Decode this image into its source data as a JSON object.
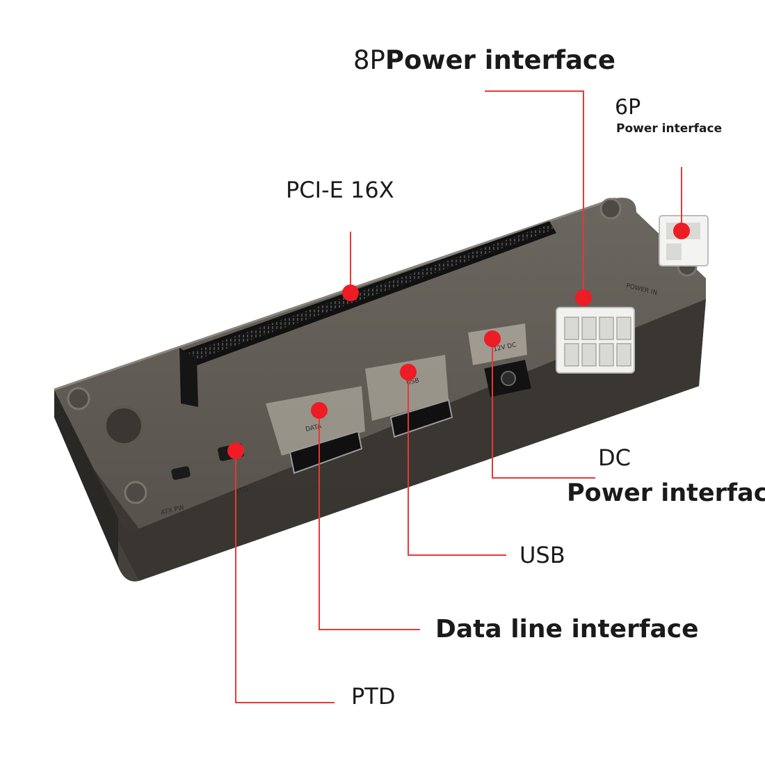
{
  "labels": {
    "eight_pin_prefix": "8P",
    "eight_pin_text": "Power interface",
    "six_pin_title": "6P",
    "six_pin_text": "Power interface",
    "pcie": "PCI-E 16X",
    "dc_title": "DC",
    "dc_text": "Power interface",
    "usb": "USB",
    "data_line": "Data line interface",
    "ptd": "PTD"
  },
  "device_print": {
    "data_port": "DATA",
    "usb_port": "USB",
    "dc_jack": "12V DC",
    "power_in": "POWER IN",
    "atx_pw": "ATX PW",
    "ptd": "PTD"
  },
  "colors": {
    "marker": "#ee1c25",
    "leader": "#e53935",
    "text": "#1a1a1a"
  }
}
